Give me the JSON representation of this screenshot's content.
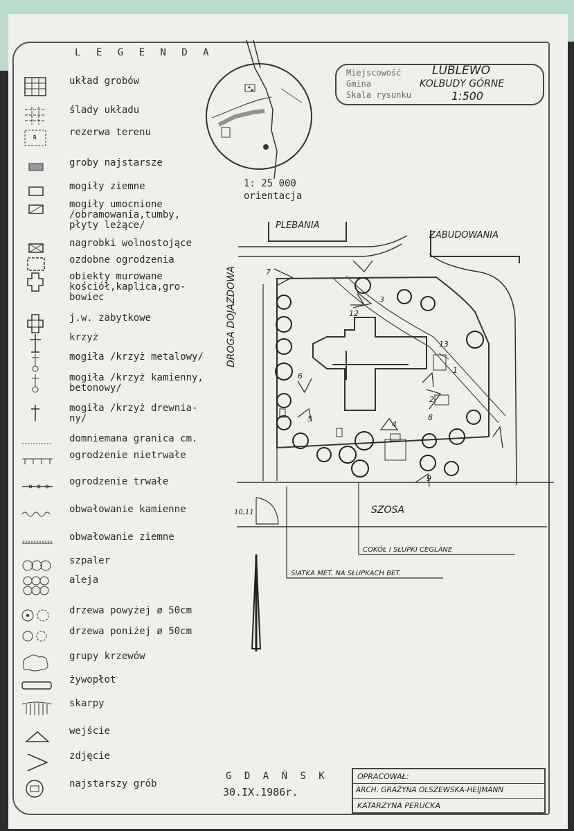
{
  "legend": {
    "title": "L E G E N D A",
    "items": [
      {
        "icon": "grave-grid-icon",
        "label": "układ grobów"
      },
      {
        "icon": "grid-trace-icon",
        "label": "ślady układu"
      },
      {
        "icon": "reserve-area-icon",
        "label": "rezerwa terenu"
      },
      {
        "icon": "oldest-graves-icon",
        "label": "groby najstarsze"
      },
      {
        "icon": "earth-grave-icon",
        "label": "mogiły ziemne"
      },
      {
        "icon": "reinforced-grave-icon",
        "label": "mogiły umocnione\n/obramowania,tumby,\npłyty leżące/"
      },
      {
        "icon": "free-tomb-icon",
        "label": "nagrobki wolnostojące"
      },
      {
        "icon": "ornamental-fence-icon",
        "label": "ozdobne ogrodzenia"
      },
      {
        "icon": "brick-building-icon",
        "label": "obiekty murowane\nkościół,kaplica,gro-\nbowiec"
      },
      {
        "icon": "historic-building-icon",
        "label": "j.w. zabytkowe"
      },
      {
        "icon": "cross-icon",
        "label": "krzyż"
      },
      {
        "icon": "metal-cross-grave-icon",
        "label": "mogiła /krzyż metalowy/"
      },
      {
        "icon": "stone-cross-grave-icon",
        "label": "mogiła /krzyż kamienny,\nbetonowy/"
      },
      {
        "icon": "wooden-cross-grave-icon",
        "label": "mogiła /krzyż drewnia-\nny/"
      },
      {
        "icon": "dashed-boundary-icon",
        "label": "domniemana granica cm."
      },
      {
        "icon": "temp-fence-icon",
        "label": "ogrodzenie nietrwałe"
      },
      {
        "icon": "permanent-fence-icon",
        "label": "ogrodzenie trwałe"
      },
      {
        "icon": "stone-embankment-icon",
        "label": "obwałowanie kamienne"
      },
      {
        "icon": "earth-embankment-icon",
        "label": "obwałowanie ziemne"
      },
      {
        "icon": "tree-row-icon",
        "label": "szpaler"
      },
      {
        "icon": "alley-icon",
        "label": "aleja"
      },
      {
        "icon": "large-tree-icon",
        "label": "drzewa powyżej ø 50cm"
      },
      {
        "icon": "small-tree-icon",
        "label": "drzewa poniżej ø 50cm"
      },
      {
        "icon": "shrub-group-icon",
        "label": "grupy krzewów"
      },
      {
        "icon": "hedge-icon",
        "label": "żywopłot"
      },
      {
        "icon": "escarpment-icon",
        "label": "skarpy"
      },
      {
        "icon": "entrance-icon",
        "label": "wejście"
      },
      {
        "icon": "photo-icon",
        "label": "zdjęcie"
      },
      {
        "icon": "oldest-grave-icon",
        "label": "najstarszy grób"
      }
    ]
  },
  "stamp": {
    "label_place": "Miejscowość",
    "label_parish": "Gmina",
    "label_scale": "Skala rysunku",
    "place": "LUBLEWO",
    "parish": "KOLBUDY GÓRNE",
    "scale": "1:500"
  },
  "orientation": {
    "scale": "1: 25 000",
    "label": "orientacja"
  },
  "map": {
    "plebania": "PLEBANIA",
    "zabudowania": "ZABUDOWANIA",
    "road": "DROGA DOJAZDOWA",
    "szosa": "SZOSA",
    "cokol": "COKÓŁ I SŁUPKI CEGLANE",
    "siatka": "SIATKA MET. NA SŁUPKACH BET.",
    "photo_marker": "10,11",
    "photo_numbers": [
      "1",
      "2",
      "3",
      "4",
      "5",
      "6",
      "7",
      "8",
      "9",
      "12",
      "13"
    ]
  },
  "footer": {
    "city": "G D A Ń S K",
    "date": "30.IX.1986r.",
    "prepared_label": "OPRACOWAŁ:",
    "author1": "ARCH. GRAŻYNA  OLSZEWSKA-HEIJMANN",
    "author2": "KATARZYNA  PERUCKA"
  }
}
